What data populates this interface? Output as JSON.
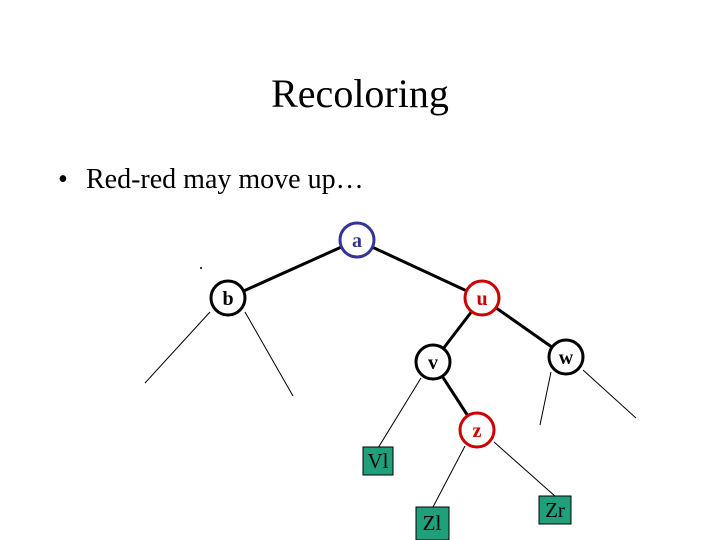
{
  "slide": {
    "title": "Recoloring",
    "bullet": "Red-red may move up…"
  },
  "tree": {
    "nodes": [
      {
        "id": "a",
        "label": "a",
        "color": "#ffffff",
        "stroke": "#333399"
      },
      {
        "id": "b",
        "label": "b",
        "color": "#ffffff",
        "stroke": "#000000"
      },
      {
        "id": "u",
        "label": "u",
        "color": "#ffffff",
        "stroke": "#cc0000"
      },
      {
        "id": "v",
        "label": "v",
        "color": "#ffffff",
        "stroke": "#000000"
      },
      {
        "id": "w",
        "label": "w",
        "color": "#ffffff",
        "stroke": "#000000"
      },
      {
        "id": "z",
        "label": "z",
        "color": "#ffffff",
        "stroke": "#cc0000"
      }
    ],
    "subtrees": [
      {
        "id": "vl",
        "label": "Vl",
        "fill": "#1f9f7a"
      },
      {
        "id": "zl",
        "label": "Zl",
        "fill": "#1f9f7a"
      },
      {
        "id": "zr",
        "label": "Zr",
        "fill": "#1f9f7a"
      }
    ],
    "label_colors": {
      "a": "#333399",
      "u": "#cc0000",
      "z": "#cc0000",
      "default": "#000000"
    }
  }
}
